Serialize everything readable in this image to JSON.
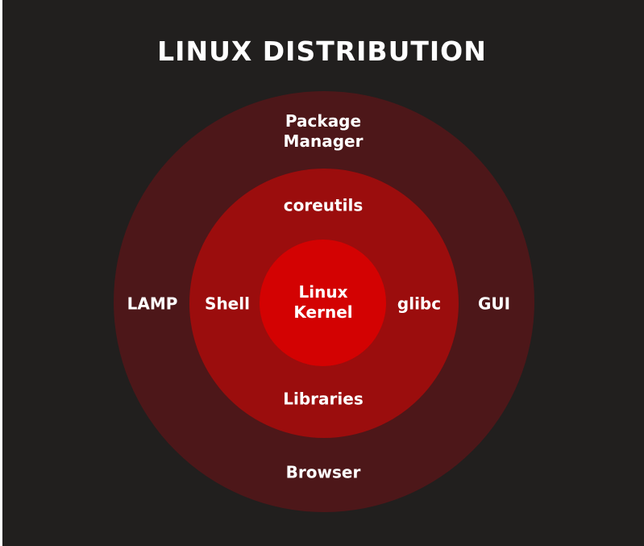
{
  "title": "LINUX DISTRIBUTION",
  "colors": {
    "background": "#211f1e",
    "outer_ring": "#4d1719",
    "middle_ring": "#9b0d0d",
    "inner_circle": "#d30202",
    "text": "#ffffff"
  },
  "layers": {
    "outer": {
      "top": "Package\nManager",
      "left": "LAMP",
      "right": "GUI",
      "bottom": "Browser"
    },
    "middle": {
      "top": "coreutils",
      "left": "Shell",
      "right": "glibc",
      "bottom": "Libraries"
    },
    "core": {
      "label": "Linux\nKernel"
    }
  }
}
